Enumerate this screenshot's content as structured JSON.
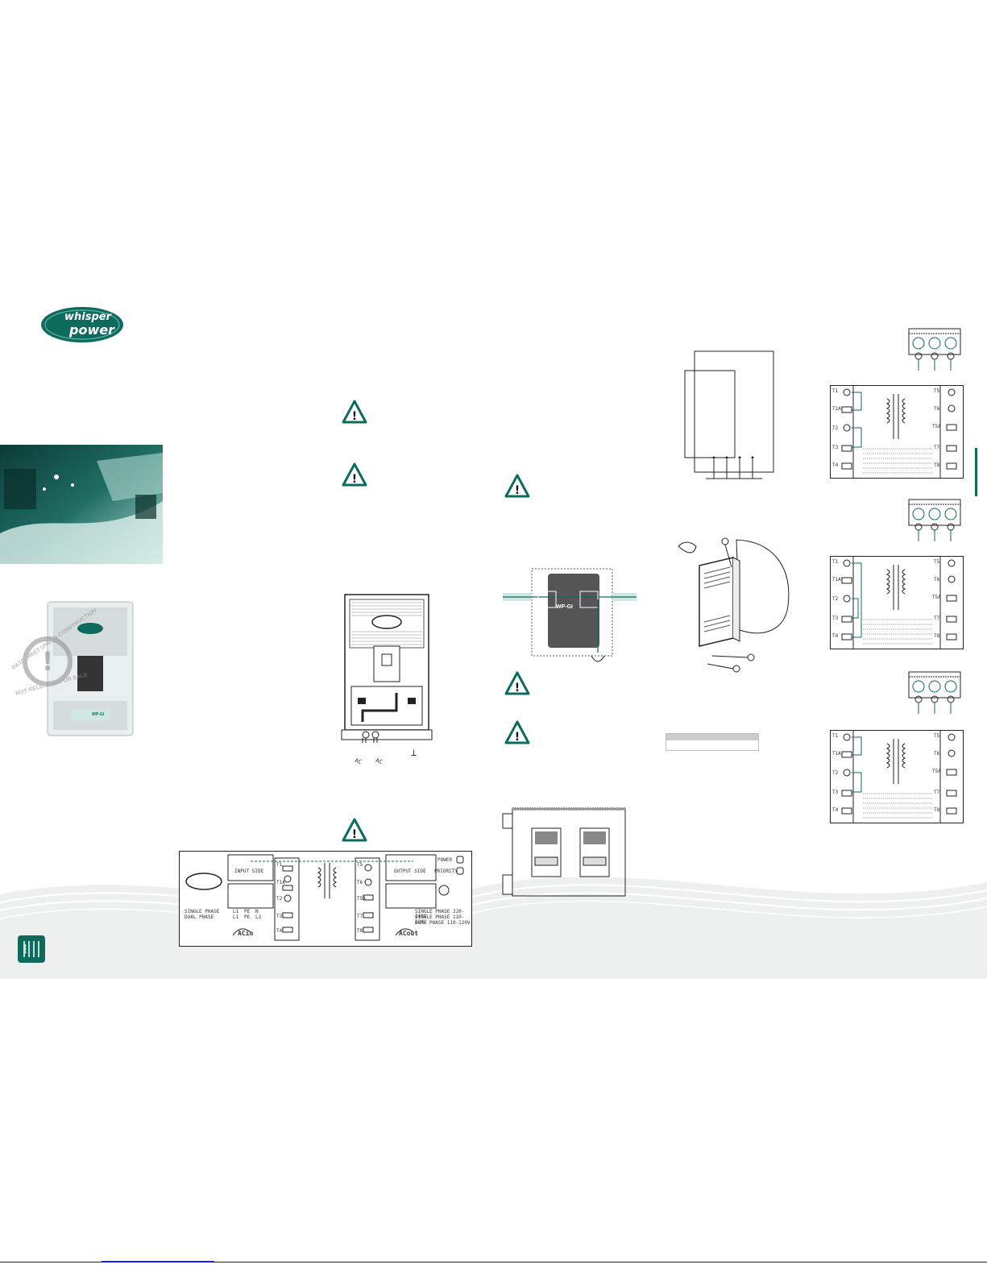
{
  "colors": {
    "brand": "#0d6b5e",
    "brand_dark": "#063f37",
    "wave": "#eef0f0",
    "line": "#222222"
  },
  "brand": {
    "logo_line1": "whisper",
    "logo_line2": "power"
  },
  "watermark": {
    "top": "DATASHEET UNDER CONSTRUCTION",
    "bottom": "NOT RELEASED FOR SALE"
  },
  "product": {
    "model": "WP-GI",
    "subtitle": "Whisper Power Galvanic Isolation transformer"
  },
  "unit_diagram": {
    "labels": [
      "AC",
      "AC",
      "⊥"
    ]
  },
  "terminal_labels": {
    "left": [
      "T1",
      "T1A",
      "T2",
      "T3",
      "T4"
    ],
    "right": [
      "T5",
      "T6",
      "T5A",
      "T7",
      "T8"
    ],
    "left_alt": [
      "T1",
      "T1A",
      "T2",
      "T3",
      "T4"
    ]
  },
  "nameplate": {
    "input_side": "INPUT SIDE",
    "output_side": "OUTPUT SIDE",
    "single_phase": "SINGLE PHASE",
    "dual_phase": "DUAL PHASE",
    "input_terms": [
      "L1",
      "PE",
      "N",
      "L1",
      "PE",
      "L2"
    ],
    "output_lines": [
      "SINGLE PHASE 220-240V",
      "SINGLE PHASE 110-120V",
      "DUAL PHASE 110-120V"
    ],
    "led_labels": [
      "POWER",
      "PRIORITY"
    ],
    "ac_in": "ACin",
    "ac_out": "ACout"
  },
  "page_link": ""
}
